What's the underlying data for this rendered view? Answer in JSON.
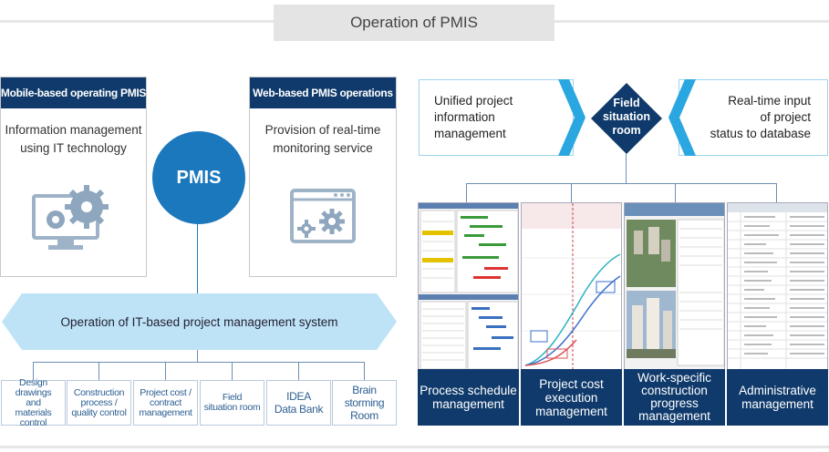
{
  "title": "Operation of PMIS",
  "left_panel": {
    "header": "Mobile-based operating PMIS",
    "text_line1": "Information management",
    "text_line2": "using IT technology",
    "icon": "monitor-gears-icon"
  },
  "right_panel": {
    "header": "Web-based PMIS operations",
    "text_line1": "Provision of real-time",
    "text_line2": "monitoring service",
    "icon": "browser-gears-icon"
  },
  "center_label": "PMIS",
  "banner": "Operation of IT-based project management system",
  "sub_items": [
    {
      "line1": "Design drawings",
      "line2": "and",
      "line3": "materials control"
    },
    {
      "line1": "Construction",
      "line2": "process /",
      "line3": "quality control"
    },
    {
      "line1": "Project cost /",
      "line2": "contract",
      "line3": "management"
    },
    {
      "line1": "Field",
      "line2": "situation room",
      "line3": ""
    },
    {
      "line1": "IDEA",
      "line2": "Data Bank",
      "line3": ""
    },
    {
      "line1": "Brain",
      "line2": "storming",
      "line3": "Room"
    }
  ],
  "unified": {
    "line1": "Unified project",
    "line2": "information",
    "line3": "management"
  },
  "realtime": {
    "line1": "Real-time input",
    "line2": "of project",
    "line3": "status to database"
  },
  "field_room": {
    "line1": "Field",
    "line2": "situation",
    "line3": "room"
  },
  "modules": [
    {
      "line1": "Process schedule",
      "line2": "management",
      "line3": ""
    },
    {
      "line1": "Project cost",
      "line2": "execution",
      "line3": "management"
    },
    {
      "line1": "Work-specific",
      "line2": "construction",
      "line3": "progress",
      "line4": "management"
    },
    {
      "line1": "Administrative",
      "line2": "management",
      "line3": ""
    }
  ],
  "colors": {
    "navy": "#0f3a6b",
    "blue": "#1c78bd",
    "light_blue": "#bfe3f6",
    "cyan": "#2aa6e0"
  }
}
